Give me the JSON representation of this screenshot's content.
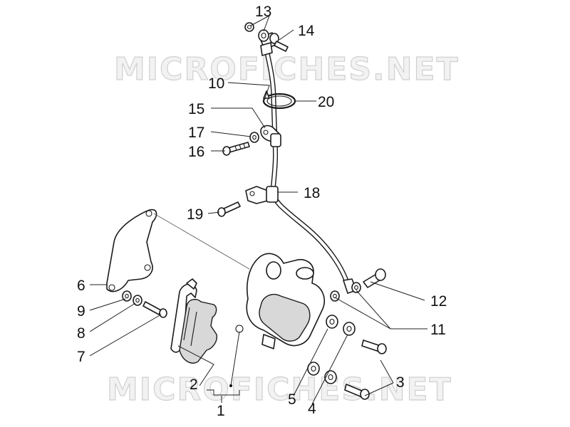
{
  "watermark": {
    "text_top": "MICROFICHES.NET",
    "text_bottom": "MICROFICHES.NET"
  },
  "callouts": {
    "c1": "1",
    "c2": "2",
    "c3": "3",
    "c4": "4",
    "c5": "5",
    "c6": "6",
    "c7": "7",
    "c8": "8",
    "c9": "9",
    "c10": "10",
    "c11": "11",
    "c12": "12",
    "c13": "13",
    "c14": "14",
    "c15": "15",
    "c16": "16",
    "c17": "17",
    "c18": "18",
    "c19": "19",
    "c20": "20"
  }
}
